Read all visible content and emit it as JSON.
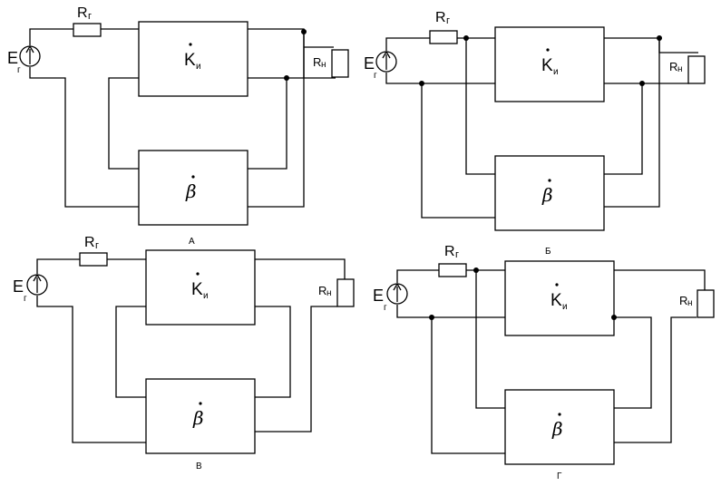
{
  "labels": {
    "source": "E",
    "source_sub": "г",
    "resistor": "R",
    "resistor_sub": "г",
    "load": "R",
    "load_sub": "н",
    "amp_block": "K",
    "amp_sub": "и",
    "feedback_block": "β"
  },
  "captions": {
    "a": "А",
    "b": "Б",
    "v": "В",
    "g": "Г"
  }
}
